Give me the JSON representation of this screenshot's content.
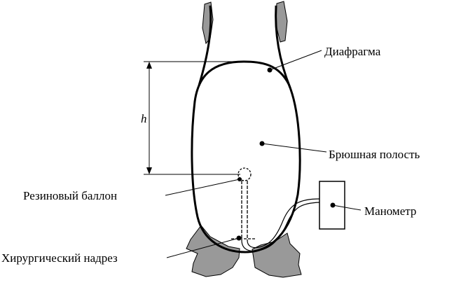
{
  "labels": {
    "diaphragm": "Диафрагма",
    "abdominal_cavity": "Брюшная полость",
    "balloon": "Резиновый баллон",
    "manometer": "Манометр",
    "incision": "Хирургический надрез",
    "height": "h"
  },
  "colors": {
    "stroke": "#000000",
    "tissue_fill": "#999999",
    "background": "#ffffff"
  }
}
